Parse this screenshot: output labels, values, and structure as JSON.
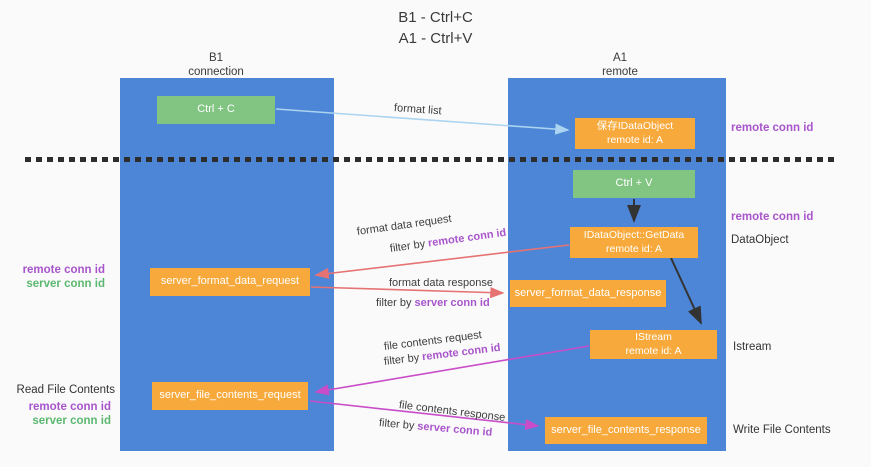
{
  "title": {
    "line1": "B1 - Ctrl+C",
    "line2": "A1 - Ctrl+V"
  },
  "columns": {
    "left": {
      "name": "B1",
      "role": "connection"
    },
    "right": {
      "name": "A1",
      "role": "remote"
    }
  },
  "nodes": {
    "ctrl_c": {
      "label": "Ctrl + C"
    },
    "save_idataobject": {
      "line1": "保存IDataObject",
      "line2": "remote id: A"
    },
    "ctrl_v": {
      "label": "Ctrl + V"
    },
    "idataobject_getdata": {
      "line1": "IDataObject::GetData",
      "line2": "remote id: A"
    },
    "server_format_data_request": {
      "label": "server_format_data_request"
    },
    "server_format_data_response": {
      "label": "server_format_data_response"
    },
    "istream": {
      "line1": "IStream",
      "line2": "remote id: A"
    },
    "server_file_contents_request": {
      "label": "server_file_contents_request"
    },
    "server_file_contents_response": {
      "label": "server_file_contents_response"
    }
  },
  "edge_labels": {
    "format_list": "format list",
    "format_data_request": "format data request",
    "format_data_response": "format data response",
    "file_contents_request": "file contents request",
    "file_contents_response": "file contents response",
    "filter_by": "filter by",
    "remote_conn_id": "remote conn id",
    "server_conn_id": "server conn id"
  },
  "side_labels": {
    "remote_conn_id": "remote conn id",
    "server_conn_id": "server conn id",
    "dataobject": "DataObject",
    "istream": "Istream",
    "read_file_contents": "Read File Contents",
    "write_file_contents": "Write File Contents"
  },
  "colors": {
    "lane_blue": "#4d86d7",
    "node_green": "#82c482",
    "node_orange": "#f7a93b",
    "arrow_light_blue": "#aad4f0",
    "arrow_red": "#e67373",
    "arrow_magenta": "#c94dc9",
    "arrow_black": "#333333",
    "text_purple": "#a855cc",
    "text_green": "#5cb870"
  }
}
